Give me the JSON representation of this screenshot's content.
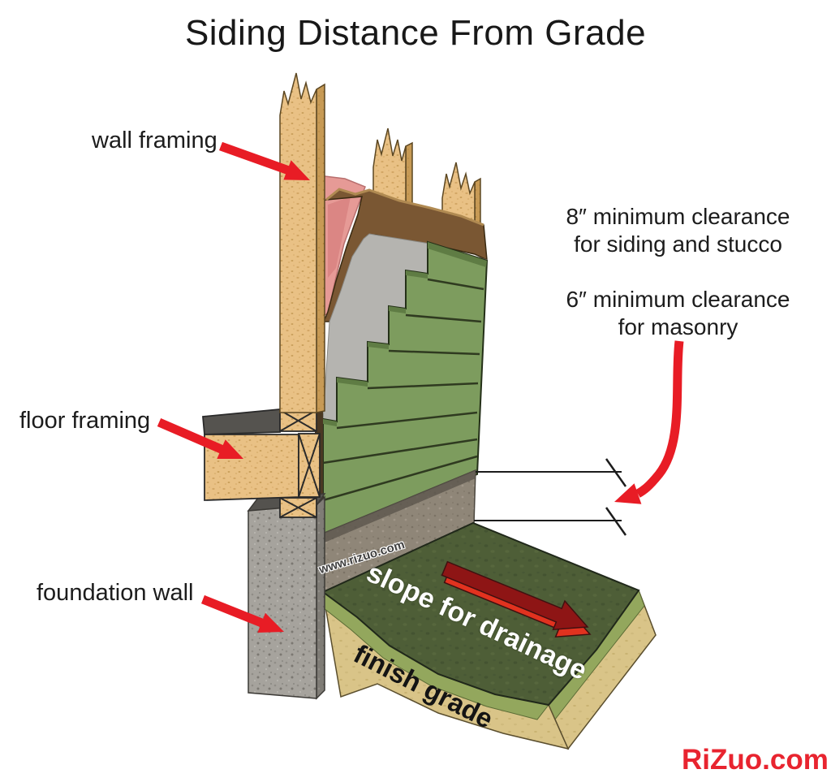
{
  "title": "Siding Distance From Grade",
  "labels": {
    "wall_framing": "wall framing",
    "floor_framing": "floor framing",
    "foundation_wall": "foundation wall"
  },
  "annotations": {
    "clearance_siding_line1": "8″ minimum clearance",
    "clearance_siding_line2": "for siding and stucco",
    "clearance_masonry_line1": "6″ minimum clearance",
    "clearance_masonry_line2": "for masonry"
  },
  "ground": {
    "slope_text": "slope for drainage",
    "grade_text": "finish grade"
  },
  "watermark": "www.rizuo.com",
  "brand": "RiZuo.com",
  "colors": {
    "accent_red": "#e81c25",
    "brand_red": "#e8242f",
    "wood": "#e9c185",
    "wood_side": "#c79a55",
    "siding_green": "#7d9c5e",
    "siding_green_dark": "#5f7c44",
    "sheathing_brown": "#7a5733",
    "housewrap_gray": "#b5b4b0",
    "insulation_pink": "#e69a96",
    "concrete_gray": "#a6a39d",
    "grass_green": "#4e5e37",
    "soil_tan": "#d9c488",
    "line_black": "#1c1c1c"
  }
}
